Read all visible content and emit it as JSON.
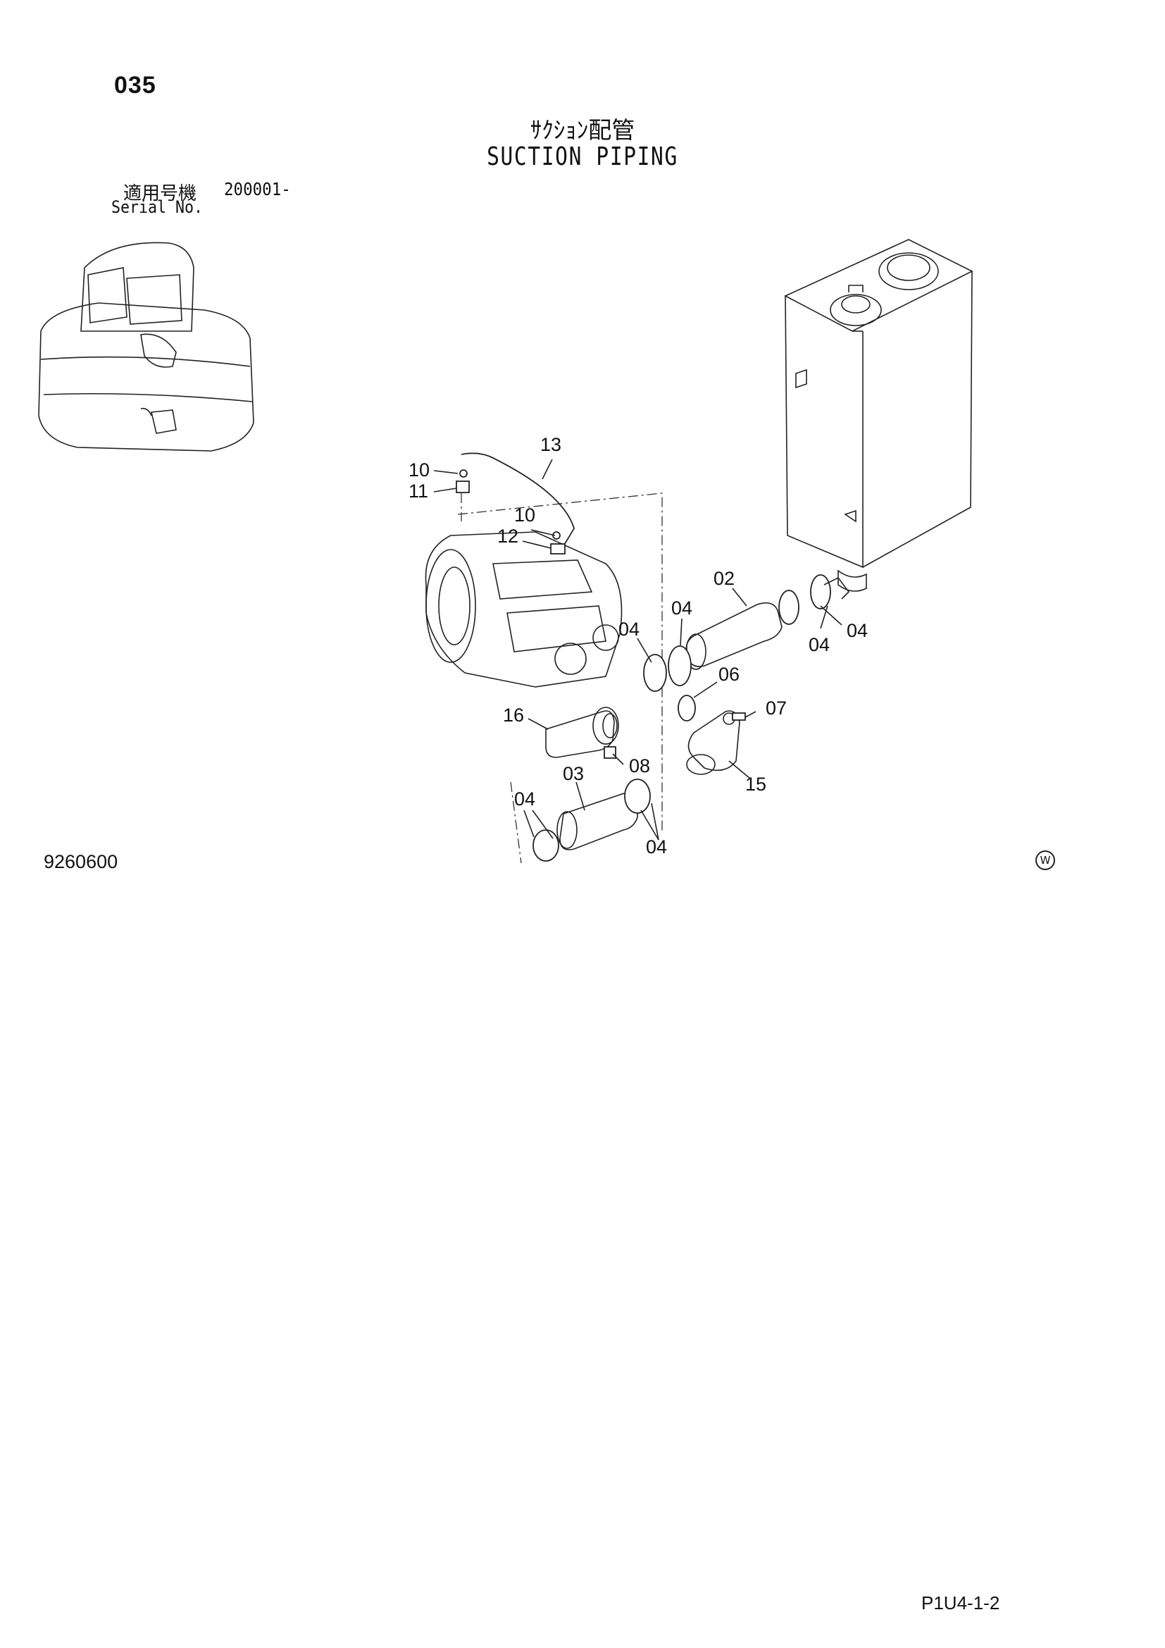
{
  "header": {
    "page_code": "035",
    "title_jp": "ｻｸｼｮﾝ配管",
    "title_en": "SUCTION PIPING",
    "serial_label_jp": "適用号機",
    "serial_label_en": "Serial No.",
    "serial_value": "200001-"
  },
  "drawing": {
    "callouts": [
      "13",
      "10",
      "11",
      "10",
      "12",
      "02",
      "04",
      "04",
      "04",
      "04",
      "06",
      "07",
      "16",
      "08",
      "15",
      "03",
      "04",
      "04"
    ]
  },
  "footer": {
    "doc_number": "9260600",
    "watermark_symbol": "W",
    "page_ref": "P1U4-1-2"
  }
}
